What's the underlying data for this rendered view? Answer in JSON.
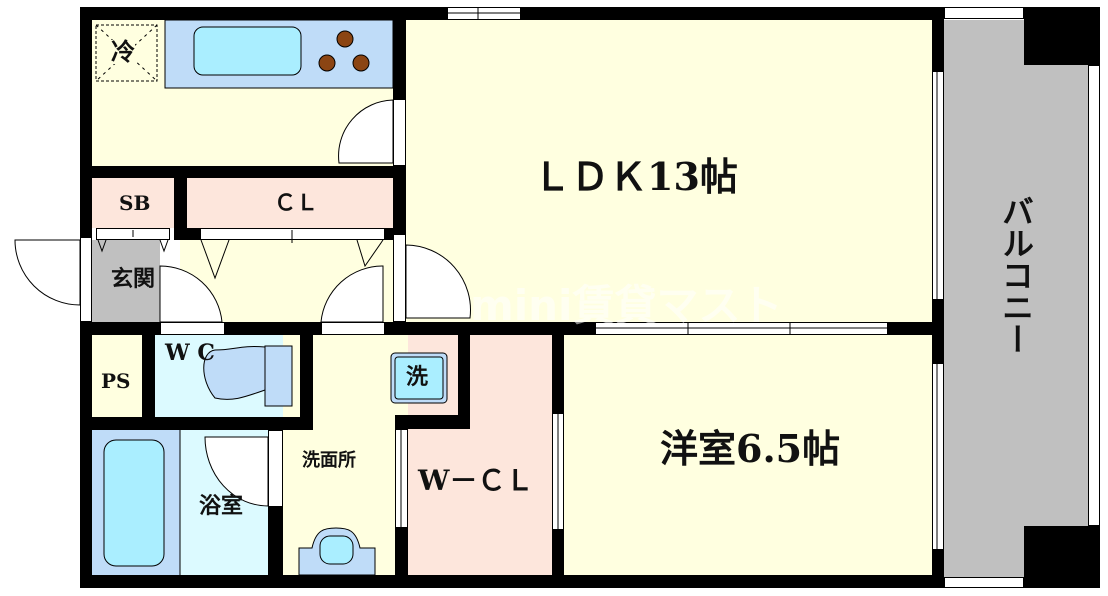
{
  "plan": {
    "rooms": {
      "ldk": {
        "label": "ＬＤＫ13帖"
      },
      "western_room": {
        "label": "洋室6.5帖"
      },
      "balcony": {
        "label": "バルコニー"
      },
      "walk_in_closet": {
        "label": "W－ＣＬ"
      },
      "washroom": {
        "label": "洗面所"
      },
      "bathroom": {
        "label": "浴室"
      },
      "toilet": {
        "label": "W C"
      },
      "pipe_space": {
        "label": "PS"
      },
      "entrance": {
        "label": "玄関"
      },
      "shoe_box": {
        "label": "SB"
      },
      "closet": {
        "label": "ＣＬ"
      },
      "refrigerator": {
        "label": "冷"
      },
      "washing_machine": {
        "label": "洗"
      }
    },
    "watermark": {
      "text": "mini賃貸マスト"
    },
    "colors": {
      "wall": "#000000",
      "living_floor": "#ffffe0",
      "closet_floor": "#fde6dc",
      "wet_area_floor": "#dcfaff",
      "fixture_blue": "#bfdcf8",
      "sink_blue": "#aaeeff",
      "balcony_floor": "#c0c0c0",
      "stove_burner": "#8b4513"
    }
  }
}
